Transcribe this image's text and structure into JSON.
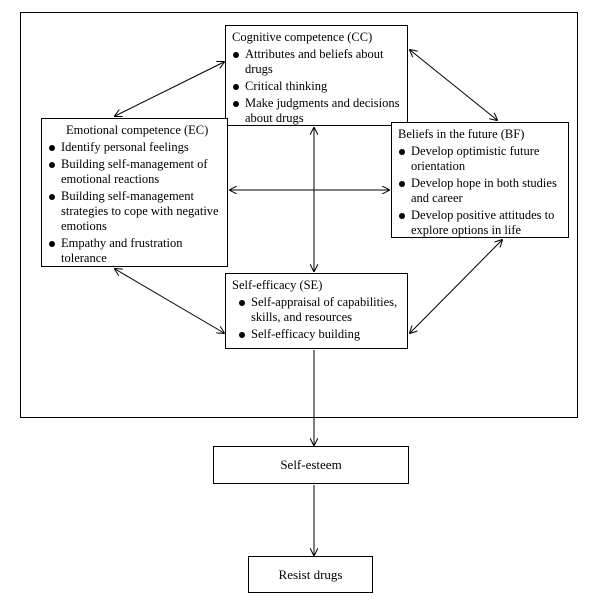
{
  "boxes": {
    "cc": {
      "title": "Cognitive competence (CC)",
      "items": [
        "Attributes and beliefs about drugs",
        "Critical thinking",
        "Make judgments and decisions about drugs"
      ]
    },
    "ec": {
      "title": "Emotional competence (EC)",
      "items": [
        "Identify personal feelings",
        "Building self-management of emotional reactions",
        "Building self-management strategies to cope with negative emotions",
        "Empathy and frustration tolerance"
      ]
    },
    "bf": {
      "title": "Beliefs in the future (BF)",
      "items": [
        "Develop optimistic future orientation",
        "Develop hope in both studies and career",
        "Develop positive attitudes to explore options in life"
      ]
    },
    "se": {
      "title": "Self-efficacy (SE)",
      "items": [
        "Self-appraisal of capabilities, skills, and resources",
        "Self-efficacy building"
      ]
    }
  },
  "self_esteem_label": "Self-esteem",
  "resist_drugs_label": "Resist drugs"
}
